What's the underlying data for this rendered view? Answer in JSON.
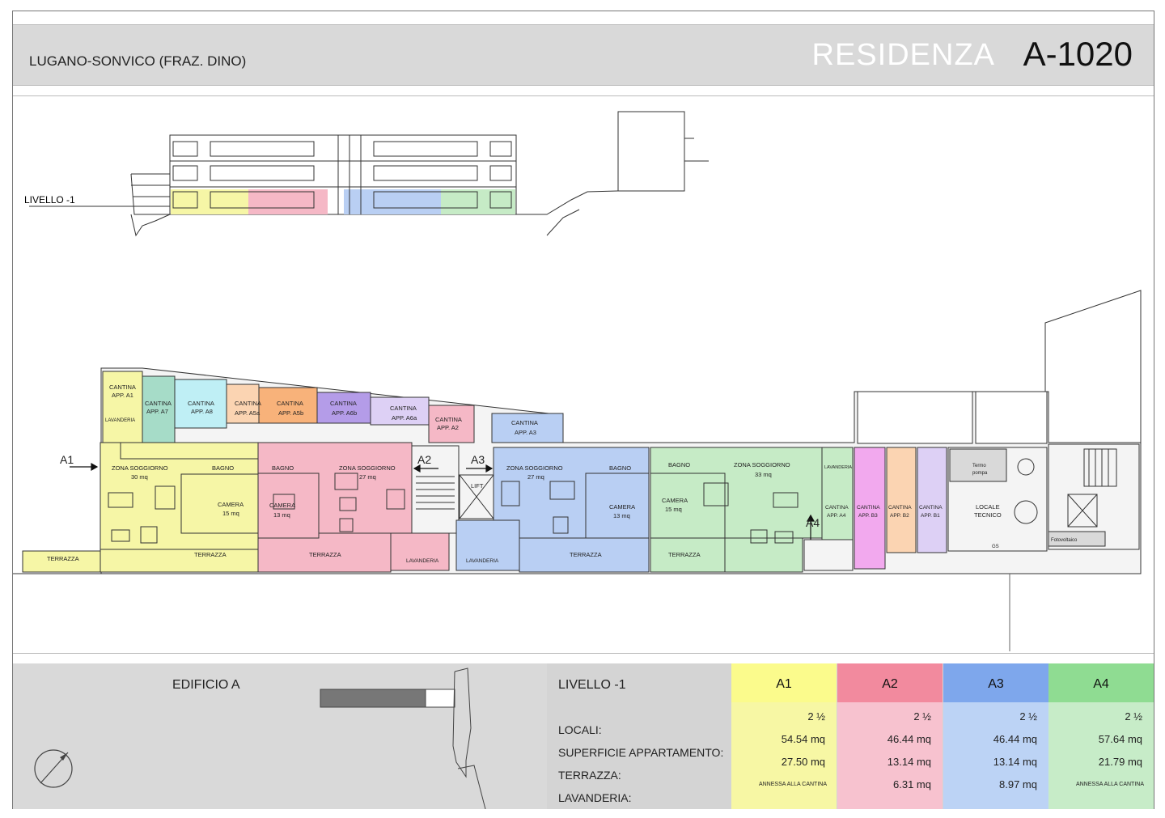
{
  "header": {
    "location": "LUGANO-SONVICO (FRAZ. DINO)",
    "title_word": "RESIDENZA",
    "title_code": "A-1020"
  },
  "elevation": {
    "level_label": "LIVELLO -1"
  },
  "plan_labels": {
    "access_a1": "A1",
    "access_a2": "A2",
    "access_a3": "A3",
    "access_a4": "A4",
    "cantina_a1": [
      "CANTINA",
      "APP. A1"
    ],
    "lavanderia_a1": "LAVANDERIA",
    "cantina_a7": [
      "CANTINA",
      "APP. A7"
    ],
    "cantina_a8": [
      "CANTINA",
      "APP. A8"
    ],
    "cantina_a5a": [
      "CANTINA",
      "APP. A5a"
    ],
    "cantina_a5b": [
      "CANTINA",
      "APP. A5b"
    ],
    "cantina_a6b": [
      "CANTINA",
      "APP. A6b"
    ],
    "cantina_a6a": [
      "CANTINA",
      "APP. A6a"
    ],
    "cantina_a2": [
      "CANTINA",
      "APP. A2"
    ],
    "cantina_a3": [
      "CANTINA",
      "APP. A3"
    ],
    "zona_a1": [
      "ZONA SOGGIORNO",
      "30 mq"
    ],
    "bagno_a1": "BAGNO",
    "camera_a1": [
      "CAMERA",
      "15 mq"
    ],
    "terrazza_a1": "TERRAZZA",
    "terrazza_left": "TERRAZZA",
    "bagno_a2": "BAGNO",
    "zona_a2": [
      "ZONA SOGGIORNO",
      "27 mq"
    ],
    "camera_a2": [
      "CAMERA",
      "13 mq"
    ],
    "terrazza_a2": "TERRAZZA",
    "lavanderia_a2": "LAVANDERIA",
    "lift": "LIFT",
    "lavanderia_a3": "LAVANDERIA",
    "zona_a3": [
      "ZONA SOGGIORNO",
      "27 mq"
    ],
    "bagno_a3": "BAGNO",
    "camera_a3": [
      "CAMERA",
      "13 mq"
    ],
    "terrazza_a3": "TERRAZZA",
    "bagno_a4": "BAGNO",
    "zona_a4": [
      "ZONA SOGGIORNO",
      "33 mq"
    ],
    "camera_a4": [
      "CAMERA",
      "15 mq"
    ],
    "terrazza_a4": "TERRAZZA",
    "lavanderia_a4": "LAVANDERIA",
    "cantina_a4": [
      "CANTINA",
      "APP. A4"
    ],
    "cantina_b3": [
      "CANTINA",
      "APP. B3"
    ],
    "cantina_b2": [
      "CANTINA",
      "APP. B2"
    ],
    "cantina_b1": [
      "CANTINA",
      "APP. B1"
    ],
    "termopompa": [
      "Termo",
      "pompa"
    ],
    "locale_tecnico": [
      "LOCALE",
      "TECNICO"
    ],
    "gas": "GS",
    "elettrico": "Fotovoltaico"
  },
  "footer": {
    "building": "EDIFICIO A",
    "level": "LIVELLO -1",
    "row_labels": [
      "LOCALI:",
      "SUPERFICIE APPARTAMENTO:",
      "TERRAZZA:",
      "LAVANDERIA:"
    ],
    "columns": [
      {
        "name": "A1",
        "color": "#f7f7a4",
        "head_color": "#fbfb8c",
        "locali": "2 ½",
        "superficie": "54.54 mq",
        "terrazza": "27.50 mq",
        "lavanderia": "ANNESSA ALLA CANTINA",
        "lav_small": true
      },
      {
        "name": "A2",
        "color": "#f7c2cf",
        "head_color": "#f28a9e",
        "locali": "2 ½",
        "superficie": "46.44 mq",
        "terrazza": "13.14 mq",
        "lavanderia": "6.31 mq",
        "lav_small": false
      },
      {
        "name": "A3",
        "color": "#bcd3f5",
        "head_color": "#7ea7ec",
        "locali": "2 ½",
        "superficie": "46.44 mq",
        "terrazza": "13.14 mq",
        "lavanderia": "8.97 mq",
        "lav_small": false
      },
      {
        "name": "A4",
        "color": "#c7ecc8",
        "head_color": "#8fdc92",
        "locali": "2 ½",
        "superficie": "57.64 mq",
        "terrazza": "21.79 mq",
        "lavanderia": "ANNESSA ALLA CANTINA",
        "lav_small": true
      }
    ]
  },
  "colors": {
    "yellow": "#f6f6a6",
    "pink": "#f5b8c6",
    "blue": "#b9cff3",
    "green": "#c6ebc6",
    "teal": "#a6dcc8",
    "cyan": "#bfeff5",
    "peach": "#fbd4b2",
    "orange": "#f8b27a",
    "purple": "#b49ce8",
    "lavender": "#ddd0f5",
    "magenta": "#f2a9ee",
    "header_gray": "#d9d9d9"
  }
}
